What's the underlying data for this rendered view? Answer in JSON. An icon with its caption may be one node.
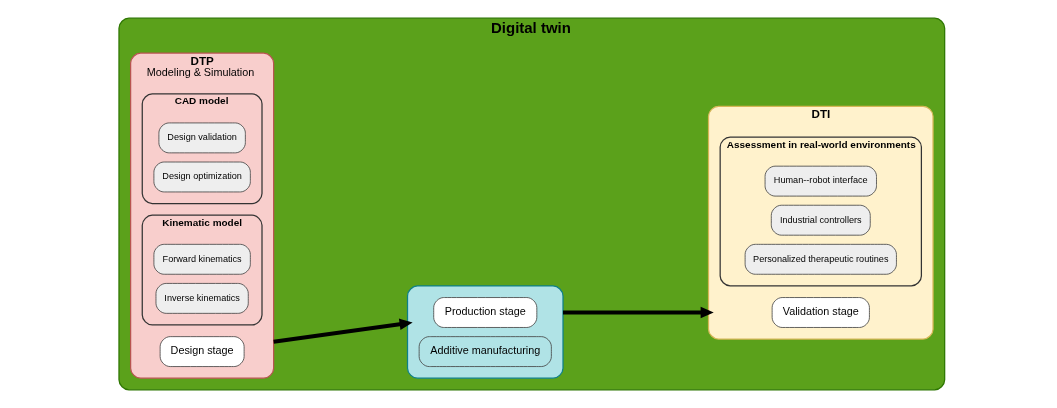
{
  "diagram": {
    "nodes": [
      {
        "text": [
          "Digital twin"
        ]
      },
      {
        "text": [
          "DTP",
          "Modeling & Simulation"
        ],
        "in": 0
      },
      {
        "text": [
          "Design stage"
        ],
        "in": 1
      },
      {
        "text": [
          "CAD model"
        ],
        "in": 1
      },
      {
        "text": [
          "Design validation"
        ],
        "in": 3
      },
      {
        "text": [
          "Design optimization"
        ],
        "in": 3
      },
      {
        "text": [
          "Kinematic model"
        ],
        "in": 1
      },
      {
        "text": [
          "Forward kinematics"
        ],
        "in": 6
      },
      {
        "text": [
          "Inverse kinematics"
        ],
        "in": 6
      },
      {
        "text": [],
        "shape": "box",
        "in": 0
      },
      {
        "text": [
          "Production stage"
        ],
        "in": 9
      },
      {
        "text": [
          "Additive manufacturing"
        ],
        "in": 9
      },
      {
        "text": [
          "DTI"
        ],
        "in": 0
      },
      {
        "text": [
          "Validation stage"
        ],
        "in": 12
      },
      {
        "text": [
          "Assessment in real-world environments"
        ],
        "in": 12
      },
      {
        "text": [
          "Human--robot interface"
        ],
        "in": 14
      },
      {
        "text": [
          "Industrial controllers"
        ],
        "in": 14
      },
      {
        "text": [
          "Personalized therapeutic routines"
        ],
        "in": 14
      }
    ],
    "edges": [
      {
        "from": 1,
        "to": 9,
        "arrow": "to"
      },
      {
        "from": 9,
        "to": 12,
        "arrow": "to"
      }
    ]
  }
}
